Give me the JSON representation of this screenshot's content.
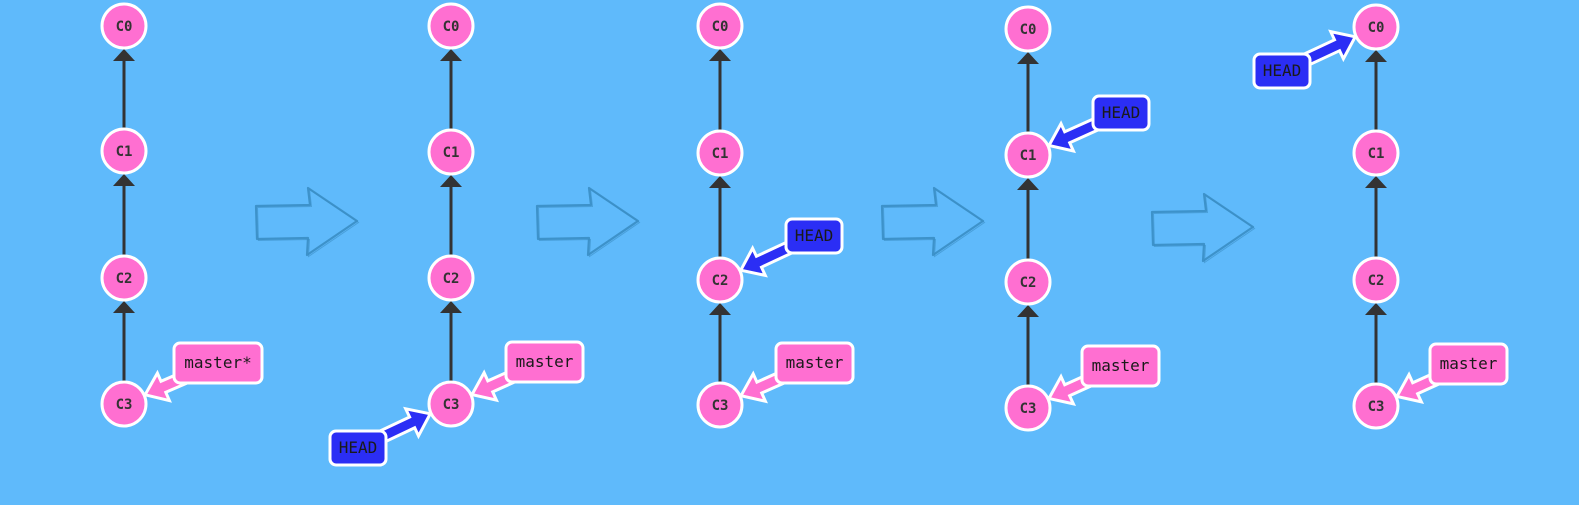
{
  "colors": {
    "background": "#5fbafb",
    "commit_fill": "#ff6fd1",
    "branch_fill": "#ff6fd1",
    "head_fill": "#2b2ef5",
    "outline": "#ffffff",
    "edge": "#333333",
    "step_arrow": "#3a8ec4"
  },
  "panels": [
    {
      "id": "step-1",
      "commits": [
        "C0",
        "C1",
        "C2",
        "C3"
      ],
      "branch": {
        "label": "master*",
        "points_to": "C3"
      },
      "head": null
    },
    {
      "id": "step-2",
      "commits": [
        "C0",
        "C1",
        "C2",
        "C3"
      ],
      "branch": {
        "label": "master",
        "points_to": "C3"
      },
      "head": {
        "label": "HEAD",
        "points_to": "C3"
      }
    },
    {
      "id": "step-3",
      "commits": [
        "C0",
        "C1",
        "C2",
        "C3"
      ],
      "branch": {
        "label": "master",
        "points_to": "C3"
      },
      "head": {
        "label": "HEAD",
        "points_to": "C2"
      }
    },
    {
      "id": "step-4",
      "commits": [
        "C0",
        "C1",
        "C2",
        "C3"
      ],
      "branch": {
        "label": "master",
        "points_to": "C3"
      },
      "head": {
        "label": "HEAD",
        "points_to": "C1"
      }
    },
    {
      "id": "step-5",
      "commits": [
        "C0",
        "C1",
        "C2",
        "C3"
      ],
      "branch": {
        "label": "master",
        "points_to": "C3"
      },
      "head": {
        "label": "HEAD",
        "points_to": "C0"
      }
    }
  ],
  "step_arrows": 4
}
